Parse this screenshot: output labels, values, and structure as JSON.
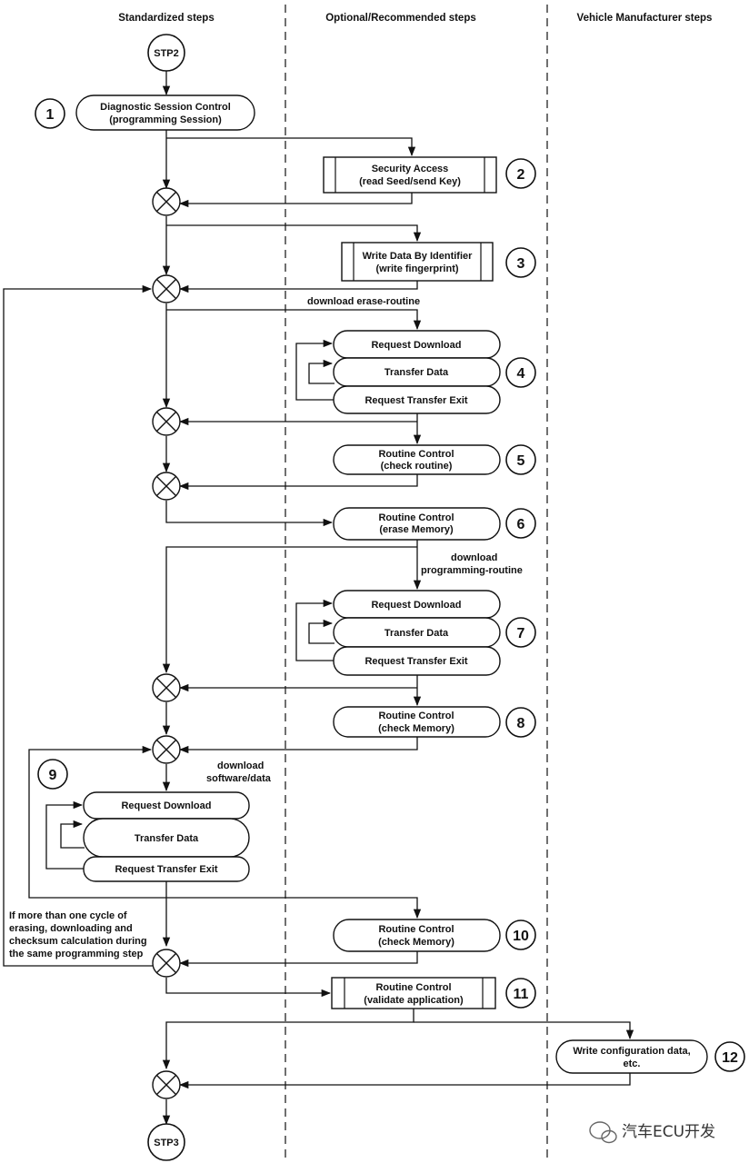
{
  "columns": {
    "standardized": "Standardized steps",
    "optional": "Optional/Recommended steps",
    "manufacturer": "Vehicle Manufacturer steps"
  },
  "terminals": {
    "start": "STP2",
    "end": "STP3"
  },
  "steps": {
    "s1": {
      "num": "1",
      "line1": "Diagnostic Session Control",
      "line2": "(programming Session)"
    },
    "s2": {
      "num": "2",
      "line1": "Security Access",
      "line2": "(read Seed/send Key)"
    },
    "s3": {
      "num": "3",
      "line1": "Write Data By Identifier",
      "line2": "(write fingerprint)"
    },
    "s4": {
      "num": "4",
      "request_download": "Request Download",
      "transfer_data": "Transfer Data",
      "request_transfer_exit": "Request Transfer Exit"
    },
    "s5": {
      "num": "5",
      "line1": "Routine Control",
      "line2": "(check routine)"
    },
    "s6": {
      "num": "6",
      "line1": "Routine Control",
      "line2": "(erase Memory)"
    },
    "s7": {
      "num": "7",
      "request_download": "Request Download",
      "transfer_data": "Transfer Data",
      "request_transfer_exit": "Request Transfer Exit"
    },
    "s8": {
      "num": "8",
      "line1": "Routine Control",
      "line2": "(check Memory)"
    },
    "s9": {
      "num": "9",
      "request_download": "Request Download",
      "transfer_data": "Transfer Data",
      "request_transfer_exit": "Request Transfer Exit"
    },
    "s10": {
      "num": "10",
      "line1": "Routine Control",
      "line2": "(check Memory)"
    },
    "s11": {
      "num": "11",
      "line1": "Routine Control",
      "line2": "(validate application)"
    },
    "s12": {
      "num": "12",
      "line1": "Write configuration data,",
      "line2": "etc."
    }
  },
  "labels": {
    "erase_routine": "download erase-routine",
    "programming_routine_1": "download",
    "programming_routine_2": "programming-routine",
    "software_data_1": "download",
    "software_data_2": "software/data",
    "cycle_note": [
      "If more than one cycle of",
      "erasing, downloading and",
      "checksum calculation during",
      "the same programming step"
    ]
  },
  "watermark": "汽车ECU开发"
}
